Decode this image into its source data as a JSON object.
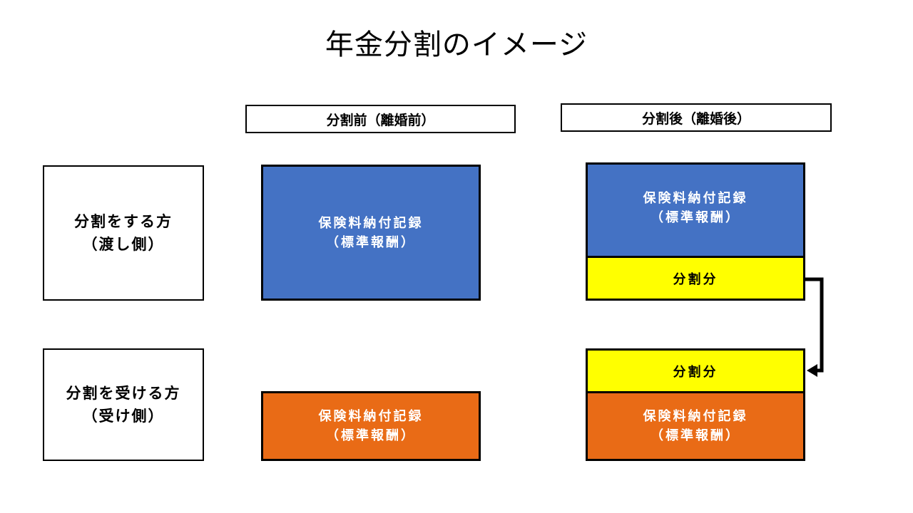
{
  "title": "年金分割のイメージ",
  "headers": {
    "before": "分割前（離婚前）",
    "after": "分割後（離婚後）"
  },
  "rows": {
    "giver": {
      "line1": "分割をする方",
      "line2": "（渡し側）"
    },
    "receiver": {
      "line1": "分割を受ける方",
      "line2": "（受け側）"
    }
  },
  "record": {
    "line1": "保険料納付記録",
    "line2": "（標準報酬）"
  },
  "split_label": "分割分",
  "colors": {
    "giver_record": "#4472c4",
    "receiver_record": "#e96b16",
    "split_portion": "#ffff00"
  }
}
